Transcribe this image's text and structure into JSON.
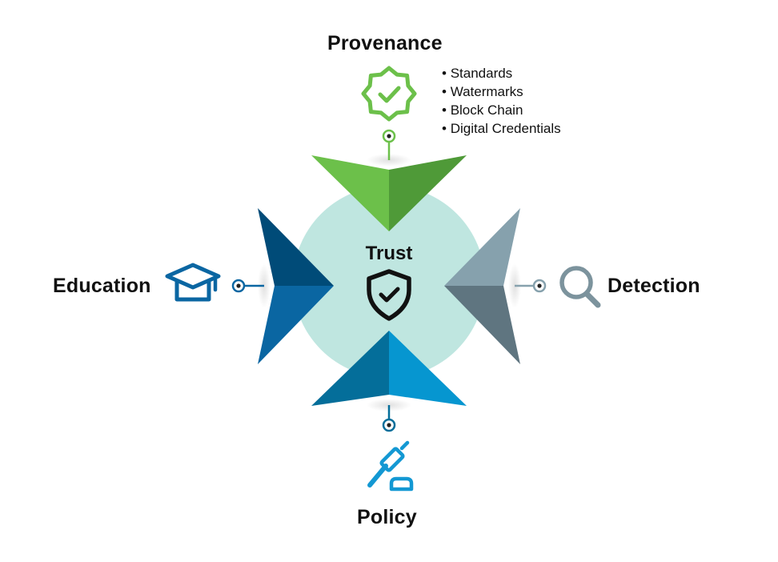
{
  "center": {
    "label": "Trust",
    "icon": "shield-check-icon",
    "circle_color": "#bfe6e0"
  },
  "pillars": {
    "provenance": {
      "label": "Provenance",
      "icon": "badge-check-icon",
      "colors": {
        "light": "#6cc04a",
        "dark": "#4f9a38",
        "icon": "#6cc04a"
      },
      "bullets": [
        "Standards",
        "Watermarks",
        "Block Chain",
        "Digital Credentials"
      ]
    },
    "education": {
      "label": "Education",
      "icon": "graduation-cap-icon",
      "colors": {
        "light": "#0a66a2",
        "dark": "#004b78",
        "icon": "#0a66a2"
      }
    },
    "detection": {
      "label": "Detection",
      "icon": "magnifier-icon",
      "colors": {
        "light": "#86a1ad",
        "dark": "#5f7580",
        "icon": "#7c939d"
      }
    },
    "policy": {
      "label": "Policy",
      "icon": "gavel-icon",
      "colors": {
        "light": "#0696d0",
        "dark": "#046e9a",
        "icon": "#1398d3"
      }
    }
  }
}
